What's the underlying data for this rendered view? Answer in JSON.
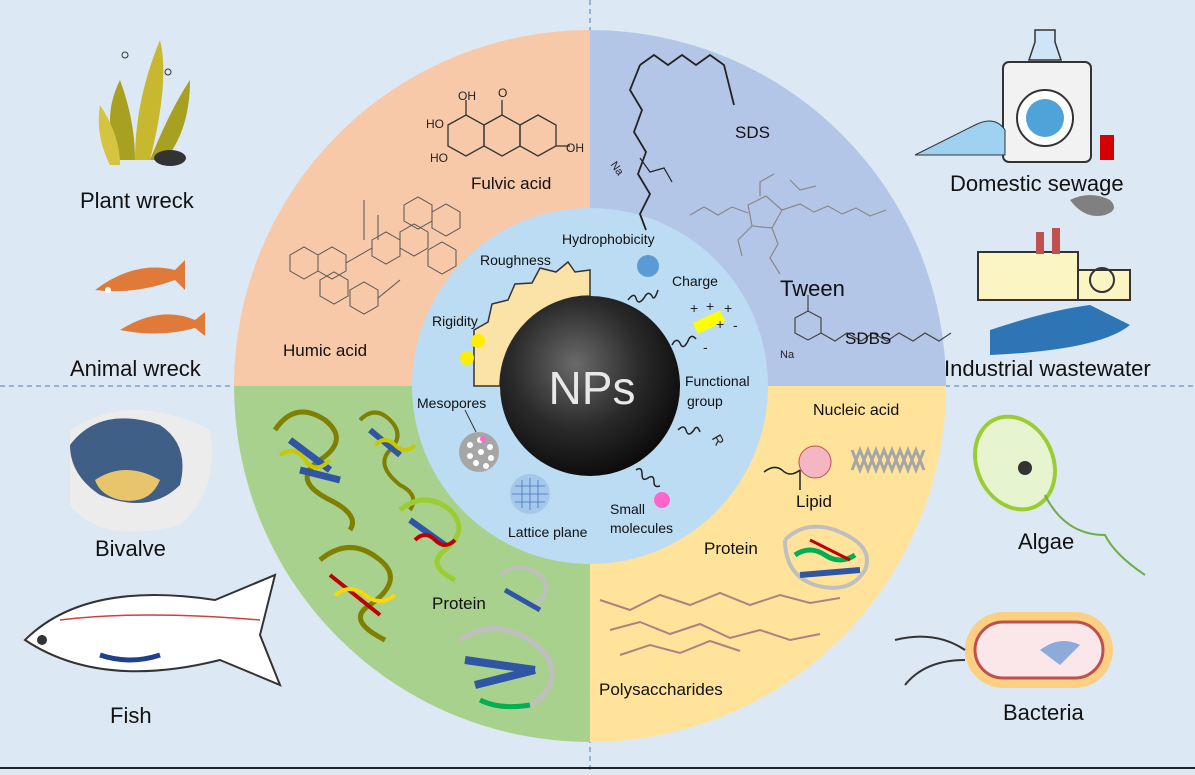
{
  "center": {
    "label": "NPs"
  },
  "inner_ring": {
    "hydrophobicity": "Hydrophobicity",
    "roughness": "Roughness",
    "charge": "Charge",
    "rigidity": "Rigidity",
    "functional_group_line1": "Functional",
    "functional_group_line2": "group",
    "functional_group_symbol": "R",
    "mesopores": "Mesopores",
    "small_molecules_line1": "Small",
    "small_molecules_line2": "molecules",
    "lattice_plane": "Lattice plane"
  },
  "quadrants": {
    "top_left": {
      "fulvic_acid": "Fulvic acid",
      "humic_acid": "Humic  acid",
      "color": "#f8c9a8"
    },
    "top_right": {
      "sds": "SDS",
      "tween": "Tween",
      "sdbs": "SDBS",
      "color": "#b4c6e7"
    },
    "bottom_left": {
      "protein": "Protein",
      "color": "#a9d18e"
    },
    "bottom_right": {
      "nucleic_acid": "Nucleic acid",
      "lipid": "Lipid",
      "protein": "Protein",
      "polysaccharides": "Polysaccharides",
      "color": "#ffe39b"
    }
  },
  "sources": {
    "plant_wreck": "Plant wreck",
    "animal_wreck": "Animal wreck",
    "bivalve": "Bivalve",
    "fish": "Fish",
    "domestic_sewage": "Domestic sewage",
    "industrial_wastewater": "Industrial wastewater",
    "algae": "Algae",
    "bacteria": "Bacteria"
  },
  "chem_labels": {
    "oh": "OH",
    "ho": "HO",
    "plus": "+",
    "minus": "-",
    "na": "Na",
    "o": "O"
  },
  "colors": {
    "background": "#dce9f5",
    "inner_disc": "#bcdcf3",
    "core": "#1a1a1a",
    "divider": "#4a7ab5"
  }
}
